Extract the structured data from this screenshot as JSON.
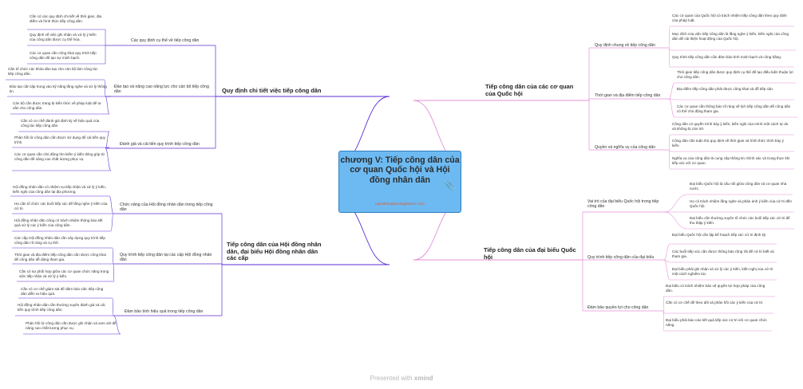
{
  "center": {
    "title": "chương V: Tiếp công dân của cơ quan Quốc hội và Hội đồng nhân dân",
    "url": "luyenthongtincongdan247.com",
    "icon": "attachment-icon"
  },
  "colors": {
    "center_fill": "#6dbaf2",
    "center_border": "#2d7dc0",
    "branch_left": "#5b2ed4",
    "branch_right": "#e48fd7"
  },
  "footer": {
    "prefix": "Presented with",
    "brand": "xmind"
  },
  "branches": {
    "b1": {
      "title": "Quy định chi tiết việc tiếp công dân",
      "subs": [
        {
          "label": "Các quy định cụ thể về tiếp công dân",
          "leaves": [
            "Cần có các quy định chi tiết về thời gian, địa điểm và hình thức tiếp công dân.",
            "Quy định về việc ghi nhận và xử lý ý kiến của công dân được cụ thể hóa.",
            "Các cơ quan cần công khai quy trình tiếp công dân để tạo sự minh bạch."
          ]
        },
        {
          "label": "Đào tạo và nâng cao năng lực cho cán bộ tiếp công dân",
          "leaves": [
            "Cần tổ chức các khóa đào tạo cho cán bộ làm công tác tiếp công dân.",
            "Đào tạo cần tập trung vào kỹ năng lắng nghe và xử lý thông tin.",
            "Cán bộ cần được trang bị kiến thức về pháp luật để tư vấn cho công dân."
          ]
        },
        {
          "label": "Đánh giá và cải tiến quy trình tiếp công dân",
          "leaves": [
            "Cần có cơ chế đánh giá định kỳ về hiệu quả của công tác tiếp công dân.",
            "Phản hồi từ công dân cần được sử dụng để cải tiến quy trình.",
            "Các cơ quan cần chủ động tìm kiếm ý kiến đóng góp từ công dân để nâng cao chất lượng phục vụ."
          ]
        }
      ]
    },
    "b2": {
      "title": "Tiếp công dân của Hội đồng nhân dân, đại biểu Hội đồng nhân dân các cấp",
      "subs": [
        {
          "label": "Chức năng của Hội đồng nhân dân trong tiếp công dân",
          "leaves": [
            "Hội đồng nhân dân có nhiệm vụ tiếp nhận và xử lý ý kiến, kiến nghị của công dân tại địa phương.",
            "Họ cần tổ chức các buổi tiếp xúc để lắng nghe ý kiến của cử tri.",
            "Hội đồng nhân dân cũng có trách nhiệm thông báo kết quả xử lý các ý kiến của công dân."
          ]
        },
        {
          "label": "Quy trình tiếp công dân tại các cấp Hội đồng nhân dân",
          "leaves": [
            "Các cấp Hội đồng nhân dân cần xây dựng quy trình tiếp công dân rõ ràng và cụ thể.",
            "Thời gian và địa điểm tiếp công dân cần được công khai để công dân dễ dàng tham gia.",
            "Cần có sự phối hợp giữa các cơ quan chức năng trong việc tiếp nhận và xử lý ý kiến."
          ]
        },
        {
          "label": "Đảm bảo tính hiệu quả trong tiếp công dân",
          "leaves": [
            "Cần có cơ chế giám sát để đảm bảo việc tiếp công dân diễn ra hiệu quả.",
            "Hội đồng nhân dân cần thường xuyên đánh giá và cải tiến quy trình tiếp công dân.",
            "Phản hồi từ công dân cần được ghi nhận và xem xét để nâng cao chất lượng phục vụ."
          ]
        }
      ]
    },
    "b3": {
      "title": "Tiếp công dân của các cơ quan của Quốc hội",
      "subs": [
        {
          "label": "Quy định chung về tiếp công dân",
          "leaves": [
            "Các cơ quan của Quốc hội có trách nhiệm tiếp công dân theo quy định của pháp luật.",
            "Mục đích của việc tiếp công dân là lắng nghe ý kiến, kiến nghị của công dân để cải thiện hoạt động của Quốc hội.",
            "Quy trình tiếp công dân cần đảm bảo tính minh bạch và công bằng."
          ]
        },
        {
          "label": "Thời gian và địa điểm tiếp công dân",
          "leaves": [
            "Thời gian tiếp công dân được quy định cụ thể để tạo điều kiện thuận lợi cho công dân.",
            "Địa điểm tiếp công dân phải được công khai và dễ tiếp cận.",
            "Các cơ quan cần thông báo rõ ràng về lịch tiếp công dân để công dân có thể chủ động tham gia."
          ]
        },
        {
          "label": "Quyền và nghĩa vụ của công dân",
          "leaves": [
            "Công dân có quyền trình bày ý kiến, kiến nghị của mình một cách tự do và không bị cản trở.",
            "Công dân cần tuân thủ quy định về thời gian và hình thức trình bày ý kiến.",
            "Nghĩa vụ của công dân là cung cấp thông tin chính xác và trung thực khi tiếp xúc với cơ quan."
          ]
        }
      ]
    },
    "b4": {
      "title": "Tiếp công dân của đại biểu Quốc hội",
      "subs": [
        {
          "label": "Vai trò của đại biểu Quốc hội trong tiếp công dân",
          "leaves": [
            "Đại biểu Quốc hội là cầu nối giữa công dân và cơ quan nhà nước.",
            "Họ có trách nhiệm lắng nghe và phản ánh ý kiến của cử tri đến Quốc hội.",
            "Đại biểu cần thường xuyên tổ chức các buổi tiếp xúc cử tri để thu thập ý kiến."
          ]
        },
        {
          "label": "Quy trình tiếp công dân của đại biểu",
          "leaves": [
            "Đại biểu Quốc hội cần lập kế hoạch tiếp xúc cử tri định kỳ.",
            "Các buổi tiếp xúc cần được thông báo rộng rãi để cử tri biết và tham gia.",
            "Đại biểu phải ghi nhận và xử lý các ý kiến, kiến nghị của cử tri một cách nghiêm túc."
          ]
        },
        {
          "label": "Đảm bảo quyền lợi cho công dân",
          "leaves": [
            "Đại biểu có trách nhiệm bảo vệ quyền lợi hợp pháp của công dân.",
            "Cần có cơ chế để theo dõi và phản hồi các ý kiến của cử tri.",
            "Đại biểu phải báo cáo kết quả tiếp xúc cử tri với cơ quan chức năng."
          ]
        }
      ]
    }
  }
}
